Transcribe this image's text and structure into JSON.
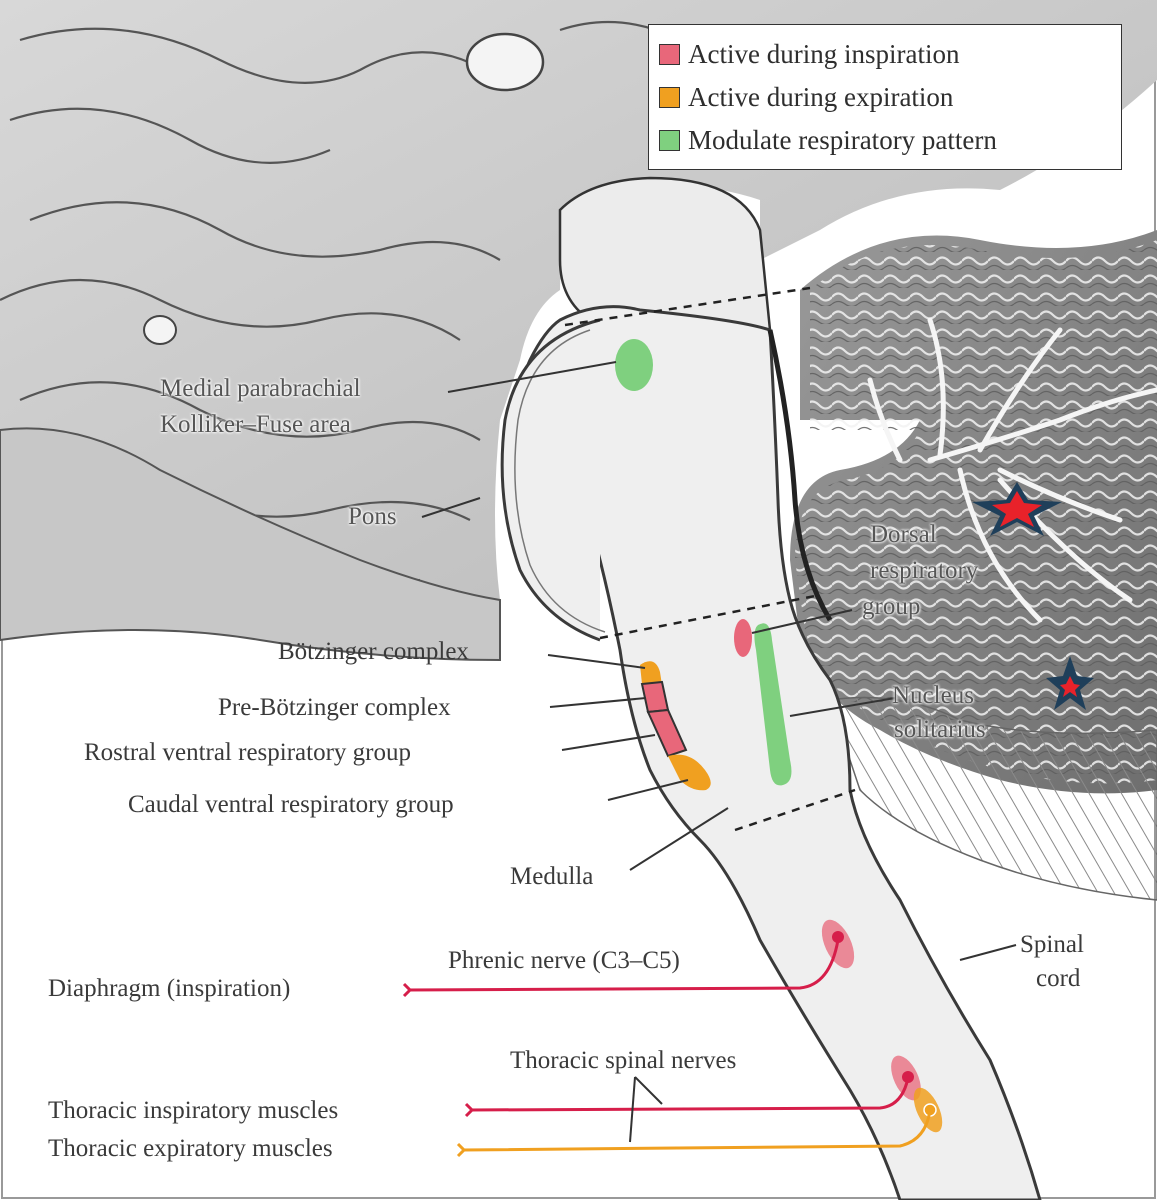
{
  "legend": {
    "items": [
      {
        "label": "Active during inspiration",
        "color": "#e8677a"
      },
      {
        "label": "Active during expiration",
        "color": "#f0a020"
      },
      {
        "label": "Modulate respiratory pattern",
        "color": "#7fd07f"
      }
    ]
  },
  "labels": {
    "medial_parabrachial": "Medial parabrachial",
    "kolliker_fuse": "Kolliker–Fuse area",
    "pons": "Pons",
    "dorsal_respiratory_group_1": "Dorsal",
    "dorsal_respiratory_group_2": "respiratory",
    "dorsal_respiratory_group_3": "group",
    "nucleus_solitarius_1": "Nucleus",
    "nucleus_solitarius_2": "solitarius",
    "botzinger": "Bötzinger complex",
    "pre_botzinger": "Pre-Bötzinger complex",
    "rostral_vrg": "Rostral ventral respiratory group",
    "caudal_vrg": "Caudal ventral respiratory group",
    "medulla": "Medulla",
    "phrenic_nerve": "Phrenic nerve (C3–C5)",
    "spinal_cord_1": "Spinal",
    "spinal_cord_2": "cord",
    "diaphragm": "Diaphragm (inspiration)",
    "thoracic_spinal_nerves": "Thoracic spinal nerves",
    "thoracic_inspiratory": "Thoracic inspiratory muscles",
    "thoracic_expiratory": "Thoracic expiratory muscles"
  },
  "colors": {
    "inspiration": "#e8677a",
    "expiration": "#f0a020",
    "modulate": "#7fd07f",
    "star_fill": "#e8222a",
    "star_outline": "#1f3f5a",
    "brainstem": "#efefef"
  }
}
